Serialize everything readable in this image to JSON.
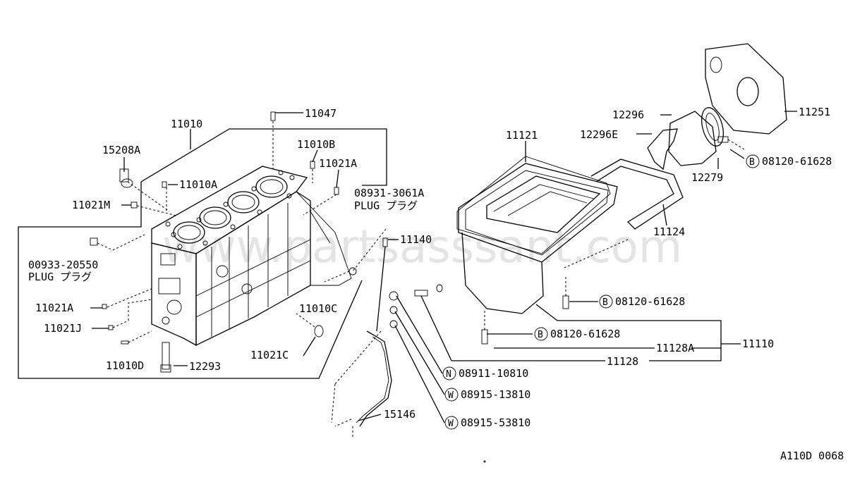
{
  "diagram": {
    "watermark": "www.partsasssant.com",
    "code": "A110D 0068",
    "parts": {
      "p11010": "11010",
      "p11047": "11047",
      "p15208A": "15208A",
      "p11010B": "11010B",
      "p11021A_top": "11021A",
      "p11010A": "11010A",
      "p11021M": "11021M",
      "p08931": "08931-3061A",
      "p08931_plug": "PLUG プラグ",
      "p00933": "00933-20550",
      "p00933_plug": "PLUG プラグ",
      "p11140": "11140",
      "p11021A_left": "11021A",
      "p11010C": "11010C",
      "p11021J": "11021J",
      "p11021C": "11021C",
      "p11010D": "11010D",
      "p12293": "12293",
      "p15146": "15146",
      "p11121": "11121",
      "p11124": "11124",
      "p11110": "11110",
      "p11128A": "11128A",
      "p11128": "11128",
      "p12296": "12296",
      "p12296E": "12296E",
      "p12279": "12279",
      "p11251": "11251",
      "b08120_right": "08120-61628",
      "b08120_mid": "08120-61628",
      "b08120_low": "08120-61628",
      "n08911": "08911-10810",
      "w08915_13810": "08915-13810",
      "w08915_53810": "08915-53810",
      "marker_b": "B",
      "marker_n": "N",
      "marker_w": "W"
    }
  }
}
